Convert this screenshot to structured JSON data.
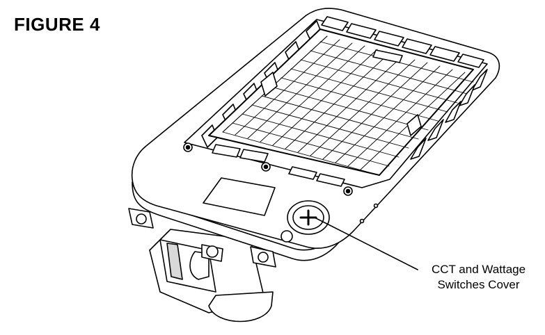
{
  "figure": {
    "title": "FIGURE 4"
  },
  "callout": {
    "line1": "CCT and Wattage",
    "line2": "Switches Cover"
  },
  "colors": {
    "stroke": "#000000",
    "fill": "#ffffff",
    "shade": "#d9d9d9"
  }
}
